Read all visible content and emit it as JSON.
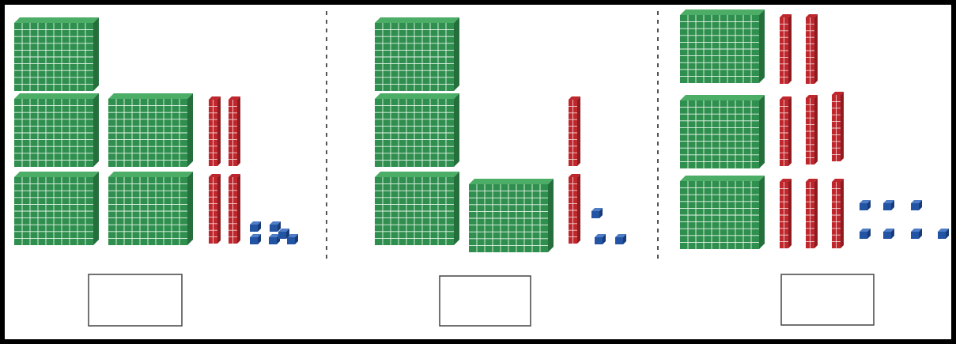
{
  "colors": {
    "frame": "#000000",
    "divider": "#555555",
    "hundred_face": "#2f8f4e",
    "hundred_top": "#4cad66",
    "hundred_side": "#256f3d",
    "grid_line": "#e8f5ea",
    "ten_face": "#c0272d",
    "ten_side": "#8e1b20",
    "one_face": "#2354a3",
    "one_top": "#4f7cc7",
    "one_side": "#173b78",
    "answer_box_border": "#444444"
  },
  "block_types": [
    "hundreds-flat",
    "tens-rod",
    "ones-cube"
  ],
  "panels": [
    {
      "hundreds": 5,
      "tens": 4,
      "ones": 6,
      "answer": ""
    },
    {
      "hundreds": 4,
      "tens": 2,
      "ones": 3,
      "answer": ""
    },
    {
      "hundreds": 3,
      "tens": 8,
      "ones": 7,
      "answer": ""
    }
  ]
}
